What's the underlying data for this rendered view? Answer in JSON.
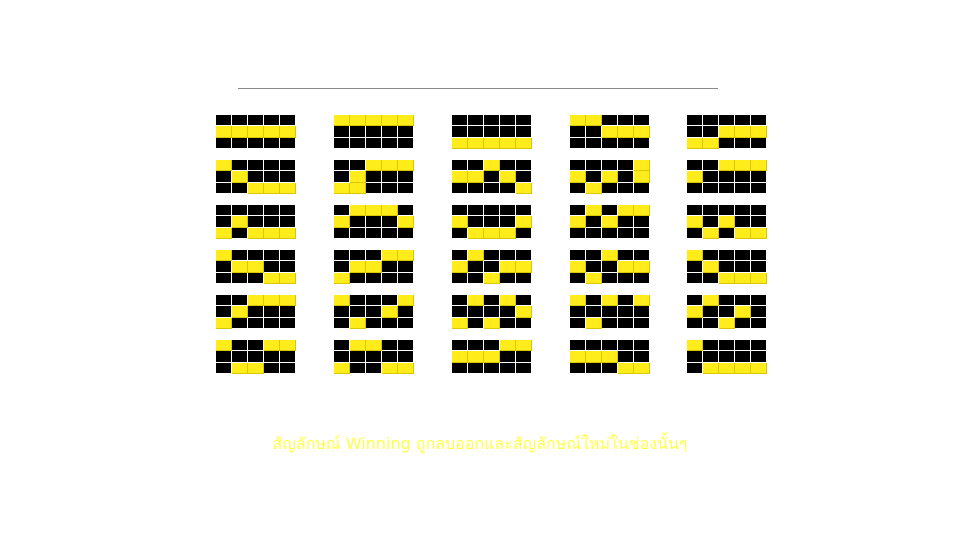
{
  "caption": "สัญลักษณ์ Winning ถูกลบออกและสัญลักษณ์ใหม่ในช่องนั้นๆ",
  "colors": {
    "lit": "#ffec1a",
    "unlit": "#000000",
    "caption": "#ffff4a"
  },
  "paylines": [
    [
      "00000",
      "11111",
      "00000"
    ],
    [
      "11111",
      "00000",
      "00000"
    ],
    [
      "00000",
      "00000",
      "11111"
    ],
    [
      "11000",
      "00111",
      "00000"
    ],
    [
      "00000",
      "00111",
      "11000"
    ],
    [
      "10000",
      "01000",
      "00111"
    ],
    [
      "00111",
      "01000",
      "11000"
    ],
    [
      "00100",
      "11010",
      "00001"
    ],
    [
      "00001",
      "10101",
      "01000"
    ],
    [
      "00111",
      "10000",
      "00000"
    ],
    [
      "00000",
      "01000",
      "10111"
    ],
    [
      "01110",
      "10001",
      "00000"
    ],
    [
      "00000",
      "10001",
      "01110"
    ],
    [
      "01011",
      "10100",
      "00000"
    ],
    [
      "00000",
      "10100",
      "01011"
    ],
    [
      "10000",
      "01100",
      "00011"
    ],
    [
      "00011",
      "01100",
      "10000"
    ],
    [
      "01000",
      "10011",
      "00100"
    ],
    [
      "00100",
      "10011",
      "01000"
    ],
    [
      "10000",
      "01000",
      "00111"
    ],
    [
      "00111",
      "01000",
      "10000"
    ],
    [
      "10001",
      "00010",
      "01000"
    ],
    [
      "01010",
      "00001",
      "10100"
    ],
    [
      "10101",
      "00000",
      "01000"
    ],
    [
      "01000",
      "10010",
      "00100"
    ],
    [
      "10011",
      "00000",
      "01100"
    ],
    [
      "01100",
      "00000",
      "10011"
    ],
    [
      "00011",
      "11100",
      "00000"
    ],
    [
      "00000",
      "11100",
      "00011"
    ],
    [
      "10000",
      "00000",
      "01111"
    ]
  ]
}
